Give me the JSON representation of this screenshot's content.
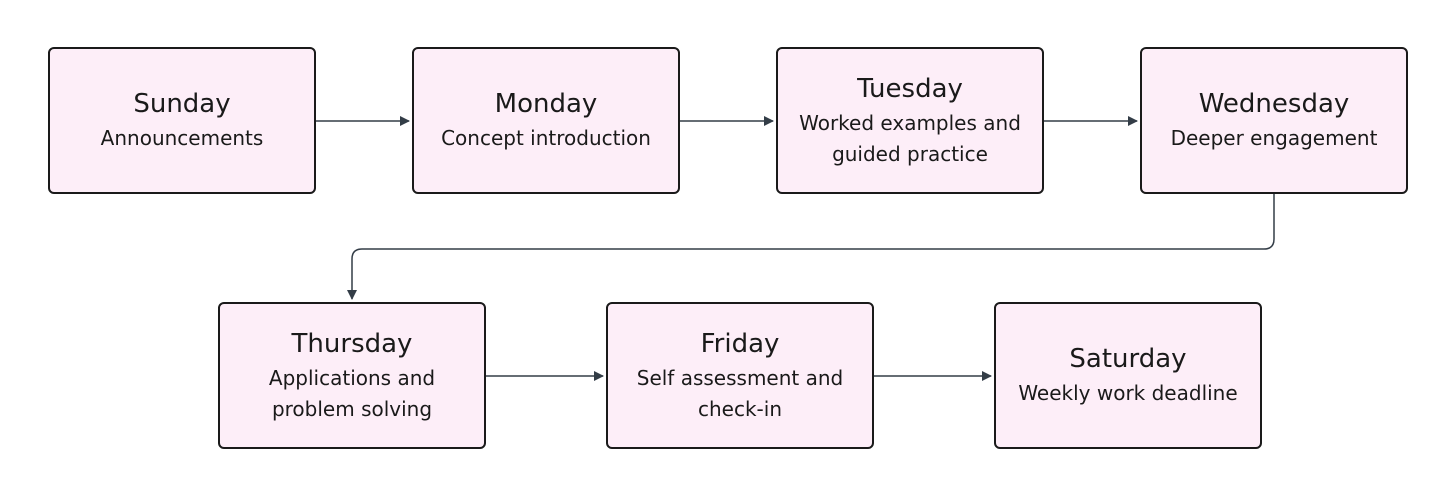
{
  "colors": {
    "node_fill": "#fdeef8",
    "node_border": "#1a1a1a",
    "connector": "#333d47"
  },
  "nodes": [
    {
      "title": "Sunday",
      "desc": "Announcements"
    },
    {
      "title": "Monday",
      "desc": "Concept introduction"
    },
    {
      "title": "Tuesday",
      "desc": "Worked examples and\nguided practice"
    },
    {
      "title": "Wednesday",
      "desc": "Deeper engagement"
    },
    {
      "title": "Thursday",
      "desc": "Applications and\nproblem solving"
    },
    {
      "title": "Friday",
      "desc": "Self assessment and\ncheck-in"
    },
    {
      "title": "Saturday",
      "desc": "Weekly work deadline"
    }
  ]
}
